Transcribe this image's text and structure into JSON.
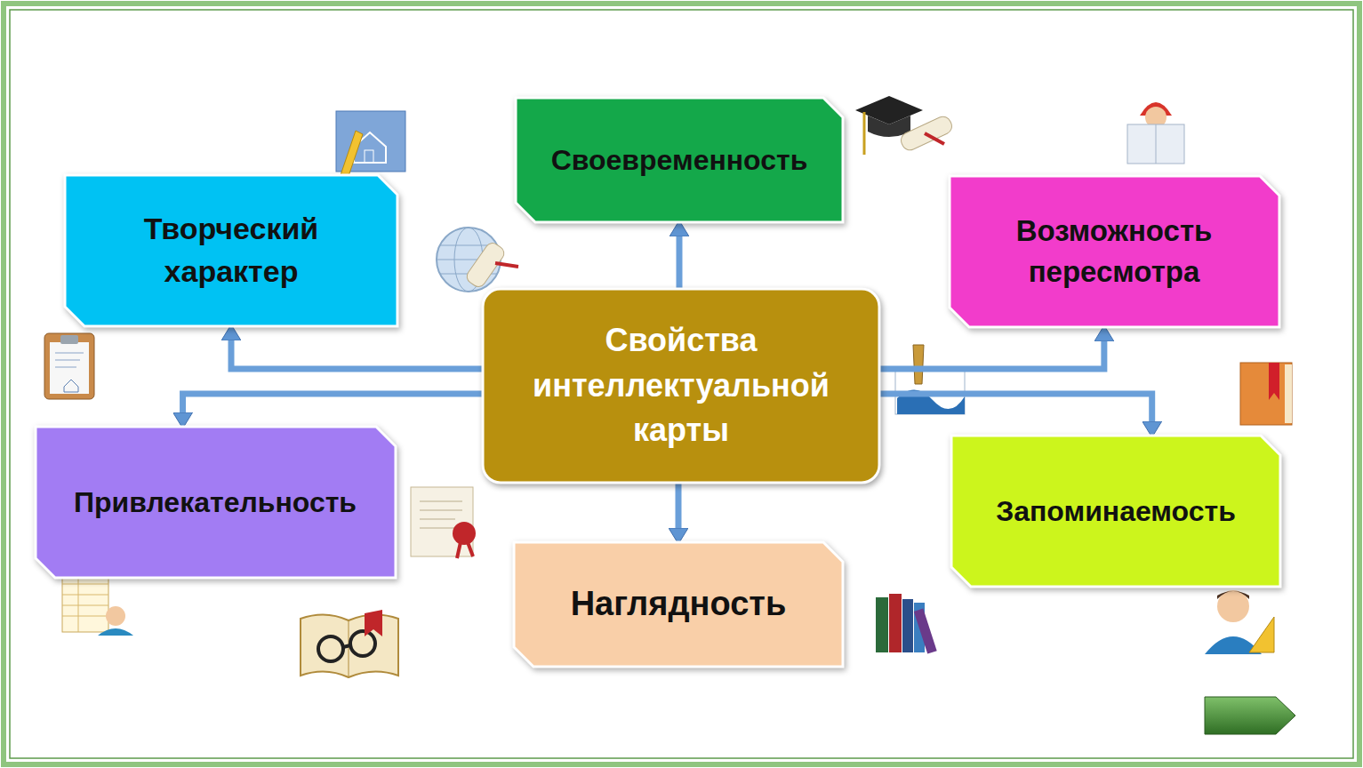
{
  "diagram": {
    "nodes": [
      {
        "text": [
          "Своевременность"
        ]
      },
      {
        "text": [
          "Творческий характер"
        ]
      },
      {
        "text": [
          "Свойства интеллектуальной карты"
        ]
      },
      {
        "text": [
          "Возможность пересмотра"
        ]
      },
      {
        "text": [
          "Привлекательность"
        ]
      },
      {
        "text": [
          "Запоминаемость"
        ]
      },
      {
        "text": [
          "Наглядность"
        ]
      }
    ],
    "edges": [
      {
        "from": 2,
        "to": 0,
        "arrow": "to"
      },
      {
        "from": 2,
        "to": 1,
        "arrow": "to"
      },
      {
        "from": 2,
        "to": 3,
        "arrow": "to"
      },
      {
        "from": 2,
        "to": 4,
        "arrow": "to"
      },
      {
        "from": 2,
        "to": 5,
        "arrow": "to"
      },
      {
        "from": 2,
        "to": 6,
        "arrow": "to"
      }
    ]
  }
}
